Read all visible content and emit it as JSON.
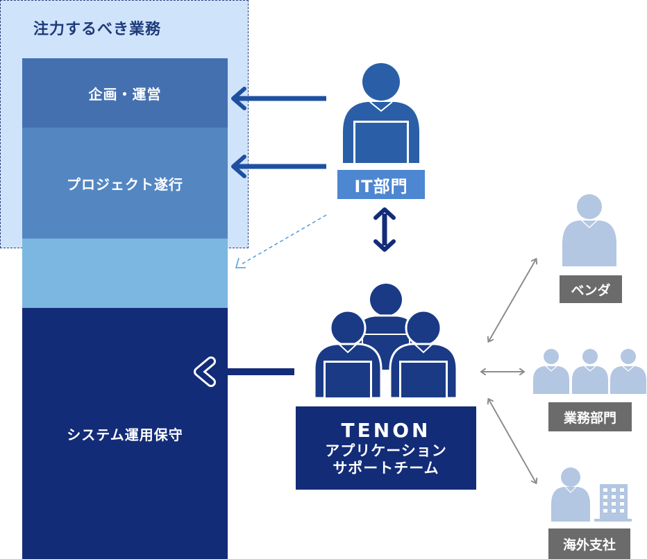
{
  "focus": {
    "title": "注力するべき業務"
  },
  "blocks": {
    "planning": "企画・運営",
    "project": "プロジェクト遂行",
    "blank": "",
    "maintenance": "システム運用保守"
  },
  "it_dept": {
    "label": "IT部門"
  },
  "tenon": {
    "name": "TENON",
    "line1": "アプリケーション",
    "line2": "サポートチーム"
  },
  "vendor": {
    "label": "ベンダ"
  },
  "business_dept": {
    "label": "業務部門"
  },
  "overseas": {
    "label": "海外支社"
  },
  "colors": {
    "focus_bg": "#cfe4fb",
    "planning": "#4470b0",
    "project": "#5487c2",
    "blank": "#7bb7e0",
    "maintenance": "#132c78",
    "it_person": "#2a5fa8",
    "team_person": "#1a3a86",
    "stakeholder": "#b3c6e2",
    "gray_label": "#6b6b6b",
    "arrow_gray": "#8c8c8c"
  },
  "icons": [
    "person-icon",
    "team-icon",
    "building-icon",
    "arrow-left-icon",
    "double-arrow-icon"
  ]
}
